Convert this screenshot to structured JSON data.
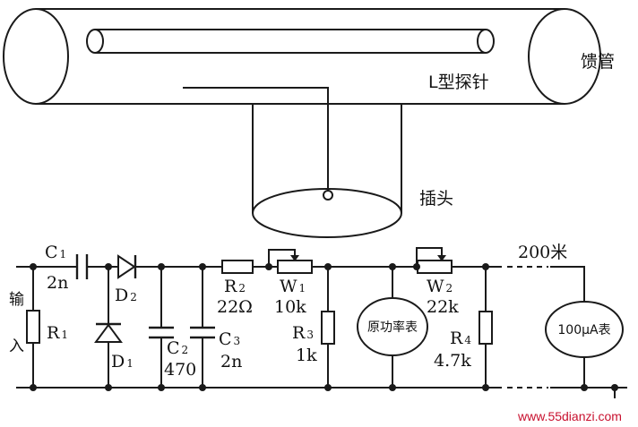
{
  "labels": {
    "feed_tube": "馈管",
    "probe": "L型探针",
    "plug": "插头",
    "input_top": "输",
    "input_bottom": "入",
    "distance": "200米"
  },
  "components": {
    "R1": {
      "name": "R",
      "sub": "1"
    },
    "C1": {
      "name": "C",
      "sub": "1",
      "value": "2n"
    },
    "D1": {
      "name": "D",
      "sub": "1"
    },
    "D2": {
      "name": "D",
      "sub": "2"
    },
    "C2": {
      "name": "C",
      "sub": "2",
      "value": "470"
    },
    "C3": {
      "name": "C",
      "sub": "3",
      "value": "2n"
    },
    "R2": {
      "name": "R",
      "sub": "2",
      "value": "22Ω"
    },
    "W1": {
      "name": "W",
      "sub": "1",
      "value": "10k"
    },
    "R3": {
      "name": "R",
      "sub": "3",
      "value": "1k"
    },
    "W2": {
      "name": "W",
      "sub": "2",
      "value": "22k"
    },
    "R4": {
      "name": "R",
      "sub": "4",
      "value": "4.7k"
    }
  },
  "meters": {
    "power_meter": "原功率表",
    "ua_meter": "100μA表"
  },
  "watermark": "www.55dianzi.com",
  "colors": {
    "ink": "#1a1a1a",
    "watermark": "#c8102e"
  }
}
